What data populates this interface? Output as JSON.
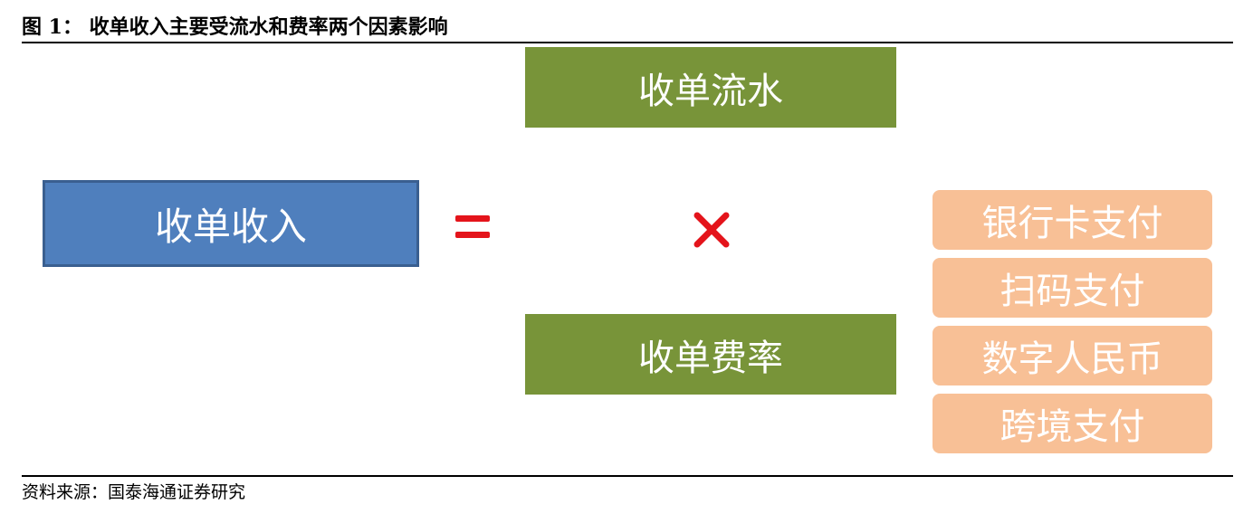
{
  "header": {
    "title": "图 1：  收单收入主要受流水和费率两个因素影响"
  },
  "diagram": {
    "result_box": "收单收入",
    "factor_top": "收单流水",
    "factor_bottom": "收单费率",
    "equals_symbol": "equals",
    "times_symbol": "multiply",
    "payment_types": [
      "银行卡支付",
      "扫码支付",
      "数字人民币",
      "跨境支付"
    ],
    "colors": {
      "result_fill": "#4f7fbd",
      "factor_fill": "#789439",
      "payment_fill": "#f8c096",
      "operator": "#e4141b"
    }
  },
  "footer": {
    "source": "资料来源：国泰海通证券研究"
  }
}
